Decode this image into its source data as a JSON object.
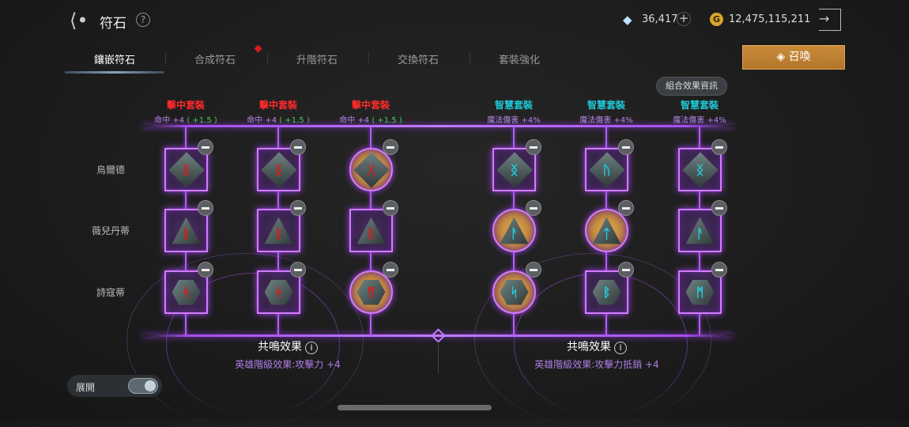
{
  "header": {
    "title": "符石",
    "help": "?",
    "diamonds": "36,417",
    "gold": "12,475,115,211",
    "gold_icon": "G"
  },
  "tabs": [
    {
      "label": "鑲嵌符石",
      "active": true
    },
    {
      "label": "合成符石"
    },
    {
      "label": "升階符石"
    },
    {
      "label": "交換符石"
    },
    {
      "label": "套裝強化"
    }
  ],
  "summon_label": "召喚",
  "combo_info": "組合效果資訊",
  "rows": [
    "烏爾德",
    "薇兒丹蒂",
    "詩寇蒂"
  ],
  "sets": [
    {
      "name": "擊中套裝",
      "color": "#ff2a2a",
      "stat": "命中 +4",
      "bonus": "( +1.5 )"
    },
    {
      "name": "擊中套裝",
      "color": "#ff2a2a",
      "stat": "命中 +4",
      "bonus": "( +1.5 )"
    },
    {
      "name": "擊中套裝",
      "color": "#ff2a2a",
      "stat": "命中 +4",
      "bonus": "( +1.5 )"
    },
    {
      "name": "智慧套裝",
      "color": "#20c8d8",
      "stat": "魔法傷害 +4%",
      "bonus": ""
    },
    {
      "name": "智慧套裝",
      "color": "#20c8d8",
      "stat": "魔法傷害 +4%",
      "bonus": ""
    },
    {
      "name": "智慧套裝",
      "color": "#20c8d8",
      "stat": "魔法傷害 +4%",
      "bonus": ""
    }
  ],
  "runes": [
    [
      {
        "g": "ᛝ",
        "gold": false
      },
      {
        "g": "ᚱ",
        "gold": false
      },
      {
        "g": "ᛋ",
        "gold": false
      }
    ],
    [
      {
        "g": "ᛝ",
        "gold": false
      },
      {
        "g": "ᚱ",
        "gold": false
      },
      {
        "g": "ᛋ",
        "gold": false
      }
    ],
    [
      {
        "g": "ᚷ",
        "gold": true
      },
      {
        "g": "ᚱ",
        "gold": false
      },
      {
        "g": "ᛗ",
        "gold": true
      }
    ],
    [
      {
        "g": "ᛝ",
        "gold": false
      },
      {
        "g": "ᚨ",
        "gold": true
      },
      {
        "g": "ᛋ",
        "gold": true
      }
    ],
    [
      {
        "g": "ᚢ",
        "gold": false
      },
      {
        "g": "ᛏ",
        "gold": true
      },
      {
        "g": "ᛒ",
        "gold": false
      }
    ],
    [
      {
        "g": "ᛝ",
        "gold": false
      },
      {
        "g": "ᚨ",
        "gold": false
      },
      {
        "g": "ᛗ",
        "gold": false
      }
    ]
  ],
  "resonance": [
    {
      "title": "共鳴效果",
      "info": "i",
      "effect": "英雄階級效果:攻擊力 +4"
    },
    {
      "title": "共鳴效果",
      "info": "i",
      "effect": "英雄階級效果:攻擊力抵銷 +4"
    }
  ],
  "expand_label": "展開",
  "expand_on": true
}
